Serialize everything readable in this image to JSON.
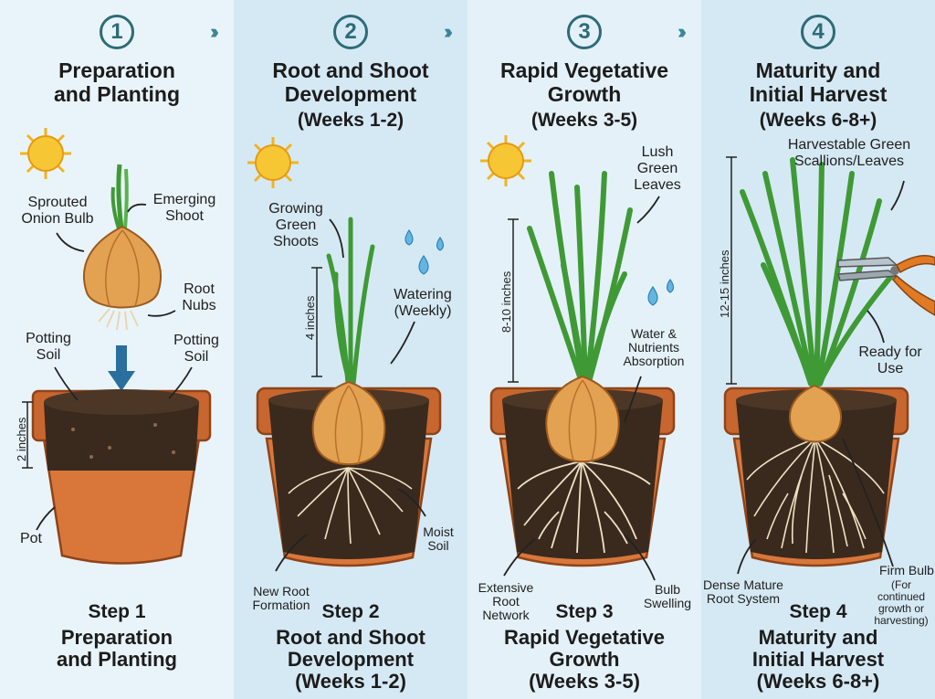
{
  "colors": {
    "pot": "#c8662f",
    "soil": "#3a2a1e",
    "leaf": "#3f9a35",
    "bulb": "#e3a152",
    "accent": "#2e6b78"
  },
  "icons": [
    "sun-icon",
    "water-drop-icon",
    "arrow-down-icon",
    "chevron-right-icon",
    "pruning-shears-icon"
  ],
  "steps": [
    {
      "number": "1",
      "title_line1": "Preparation",
      "title_line2": "and Planting",
      "step_label": "Step 1",
      "bottom_line1": "Preparation",
      "bottom_line2": "and Planting",
      "labels": {
        "sprouted": "Sprouted Onion Bulb",
        "emerging": "Emerging Shoot",
        "nubs": "Root Nubs",
        "soil_left": "Potting Soil",
        "soil_right": "Potting Soil",
        "pot": "Pot",
        "depth": "2 inches"
      }
    },
    {
      "number": "2",
      "title_line1": "Root and Shoot",
      "title_line2": "Development",
      "subtitle": "(Weeks 1-2)",
      "step_label": "Step 2",
      "bottom_line1": "Root and Shoot",
      "bottom_line2": "Development",
      "bottom_line3": "(Weeks 1-2)",
      "labels": {
        "growing": "Growing Green Shoots",
        "watering": "Watering (Weekly)",
        "height": "4 inches",
        "moist": "Moist Soil",
        "new_root": "New Root Formation"
      }
    },
    {
      "number": "3",
      "title_line1": "Rapid Vegetative",
      "title_line2": "Growth",
      "subtitle": "(Weeks 3-5)",
      "step_label": "Step 3",
      "bottom_line1": "Rapid Vegetative",
      "bottom_line2": "Growth",
      "bottom_line3": "(Weeks 3-5)",
      "labels": {
        "lush": "Lush Green Leaves",
        "water": "Water & Nutrients Absorption",
        "height": "8-10 inches",
        "network": "Extensive Root Network",
        "swelling": "Bulb Swelling"
      }
    },
    {
      "number": "4",
      "title_line1": "Maturity and",
      "title_line2": "Initial Harvest",
      "subtitle": "(Weeks 6-8+)",
      "step_label": "Step 4",
      "bottom_line1": "Maturity and",
      "bottom_line2": "Initial Harvest",
      "bottom_line3": "(Weeks 6-8+)",
      "labels": {
        "harvestable": "Harvestable Green Scallions/Leaves",
        "ready": "Ready for Use",
        "height": "12-15 inches",
        "dense": "Dense Mature Root System",
        "firm": "Firm Bulb",
        "firm_note": "(For continued growth or harvesting)"
      }
    }
  ]
}
